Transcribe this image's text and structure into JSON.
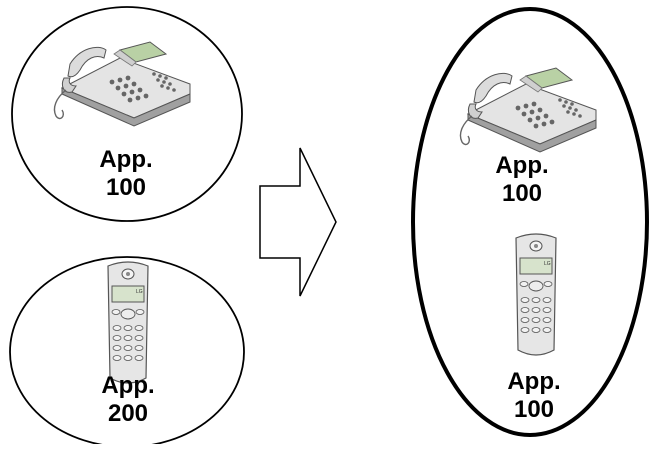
{
  "groups": {
    "before_desk": {
      "line1": "App.",
      "line2": "100"
    },
    "before_handset": {
      "line1": "App.",
      "line2": "200"
    },
    "after_desk": {
      "line1": "App.",
      "line2": "100"
    },
    "after_handset": {
      "line1": "App.",
      "line2": "100"
    }
  },
  "handset_brand": "LG",
  "colors": {
    "outline": "#000000",
    "device_body": "#e6e6e6",
    "device_shadow": "#9a9a9a",
    "display": "#b9d1a5"
  }
}
